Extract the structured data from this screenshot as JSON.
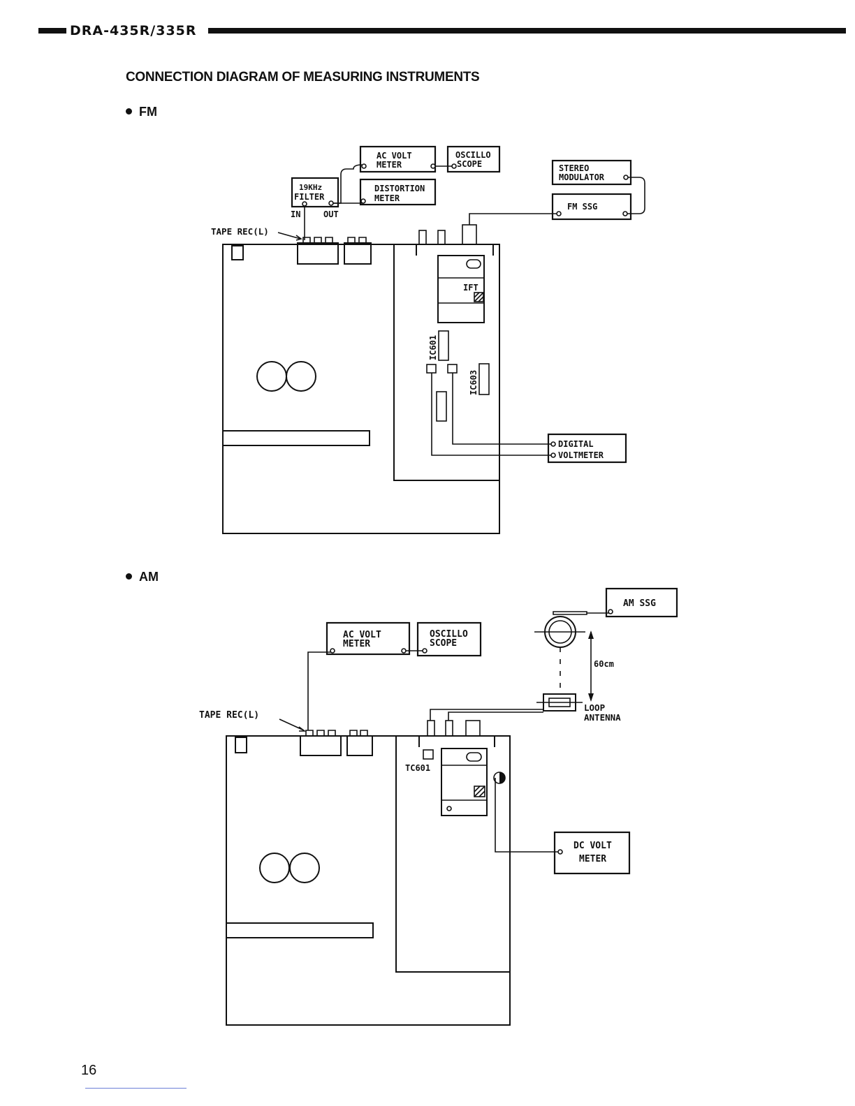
{
  "header": {
    "model": "DRA-435R/335R"
  },
  "page": {
    "title": "CONNECTION DIAGRAM OF MEASURING INSTRUMENTS",
    "number": "16"
  },
  "fm": {
    "section_label": "FM",
    "ac_volt_meter": [
      "AC VOLT",
      "METER"
    ],
    "oscilloscope": [
      "OSCILLO",
      "SCOPE"
    ],
    "filter_19khz": [
      "19KHz",
      "FILTER"
    ],
    "filter_in": "IN",
    "filter_out": "OUT",
    "distortion_meter": [
      "DISTORTION",
      "METER"
    ],
    "stereo_modulator": [
      "STEREO",
      "MODULATOR"
    ],
    "fm_ssg": "FM SSG",
    "tape_rec": "TAPE REC(L)",
    "ift": "IFT",
    "ic601": "IC601",
    "ic603": "IC603",
    "digital_voltmeter": [
      "DIGITAL",
      "VOLTMETER"
    ]
  },
  "am": {
    "section_label": "AM",
    "ac_volt_meter": [
      "AC VOLT",
      "METER"
    ],
    "oscilloscope": [
      "OSCILLO",
      "SCOPE"
    ],
    "am_ssg": "AM SSG",
    "distance": "60cm",
    "loop_antenna": [
      "LOOP",
      "ANTENNA"
    ],
    "tape_rec": "TAPE REC(L)",
    "tc601": "TC601",
    "dc_volt_meter": [
      "DC VOLT",
      "METER"
    ]
  }
}
